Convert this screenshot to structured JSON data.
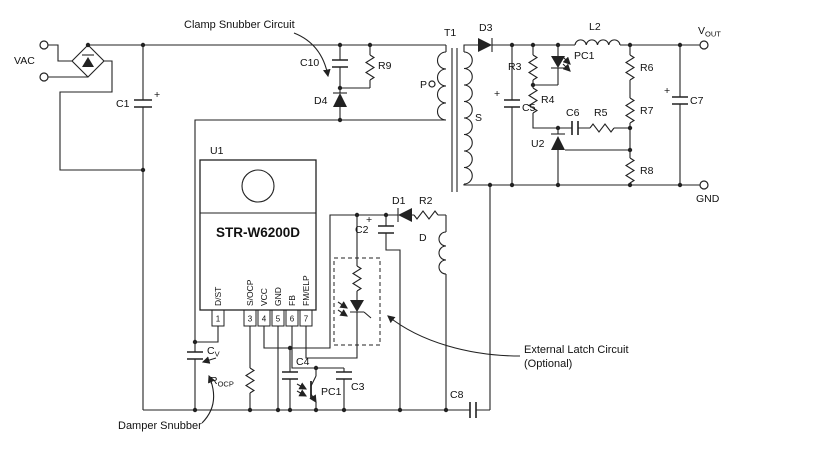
{
  "schematic": {
    "source": {
      "vac": "VAC"
    },
    "output": {
      "vout_main": "V",
      "vout_sub": "OUT",
      "gnd": "GND"
    },
    "transformer": {
      "ref": "T1",
      "primary": "P",
      "secondary": "S",
      "aux": "D"
    },
    "ic": {
      "ref": "U1",
      "part": "STR-W6200D",
      "pins": [
        {
          "num": "1",
          "name": "D/ST"
        },
        {
          "num": "3",
          "name": "S/OCP"
        },
        {
          "num": "4",
          "name": "VCC"
        },
        {
          "num": "5",
          "name": "GND"
        },
        {
          "num": "6",
          "name": "FB"
        },
        {
          "num": "7",
          "name": "FM/ELP"
        }
      ]
    },
    "components": {
      "c1": "C1",
      "c2": "C2",
      "c3": "C3",
      "c4": "C4",
      "c5": "C5",
      "c6": "C6",
      "c7": "C7",
      "c8": "C8",
      "c10": "C10",
      "cv_main": "C",
      "cv_sub": "V",
      "r2": "R2",
      "r3": "R3",
      "r4": "R4",
      "r5": "R5",
      "r6": "R6",
      "r7": "R7",
      "r8": "R8",
      "r9": "R9",
      "rocp_main": "R",
      "rocp_sub": "OCP",
      "d1": "D1",
      "d3": "D3",
      "d4": "D4",
      "l2": "L2",
      "u2": "U2",
      "pc1": "PC1",
      "polarity_plus": "+"
    },
    "annotations": {
      "clamp": "Clamp Snubber Circuit",
      "latch_line1": "External Latch Circuit",
      "latch_line2": "(Optional)",
      "damper": "Damper Snubber"
    }
  }
}
